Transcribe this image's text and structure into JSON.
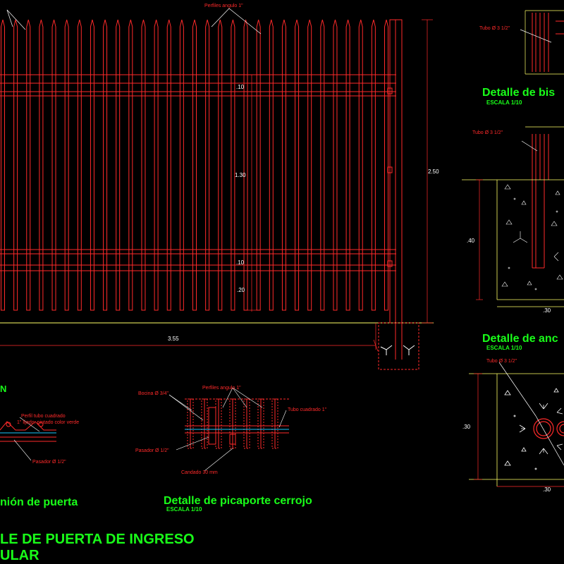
{
  "drawing": {
    "elevation": {
      "top_label": "Perfiles angulo 1\"",
      "dim_width": "3.55",
      "dim_total_height": "2.50",
      "dim_rail_1": ".10",
      "dim_panel": "1.30",
      "dim_rail_2": ".10",
      "dim_bottom": ".20",
      "title_fragment": "N"
    },
    "hinge_detail": {
      "pipe_label": "Tubo Ø 3 1/2\"",
      "title": "Detalle de bis",
      "scale": "ESCALA 1/10"
    },
    "anchor_detail": {
      "pipe_label": "Tubo Ø 3 1/2\"",
      "dim_depth": ".40",
      "dim_width": ".30",
      "title": "Detalle de anc",
      "scale": "ESCALA 1/10"
    },
    "anchor_plan": {
      "pipe_label": "Tubo Ø 3 1/2\"",
      "dim_side": ".30",
      "dim_bottom": ".30"
    },
    "union_detail": {
      "note_line1": "Perfil tubo cuadrado",
      "note_line2": "1\" lijado, pintado color verde",
      "pin_label": "Pasador Ø 1/2\"",
      "title": "nión de puerta"
    },
    "latch_detail": {
      "socket_label": "Bocina Ø 3/4\"",
      "angle_label": "Perfiles angulo 1\"",
      "tube_label": "Tubo cuadrado 1\"",
      "pin_label": "Pasador Ø 1/2\"",
      "padlock_label": "Candado 30 mm",
      "title": "Detalle de picaporte cerrojo",
      "scale": "ESCALA 1/10"
    },
    "sheet_title_line1": "LE DE PUERTA DE INGRESO",
    "sheet_title_line2": "ULAR",
    "colors": {
      "background": "#000000",
      "lines": "#ff2a2a",
      "dims": "#ffffff",
      "titles": "#19ff19",
      "guides": "#ffff66"
    }
  }
}
